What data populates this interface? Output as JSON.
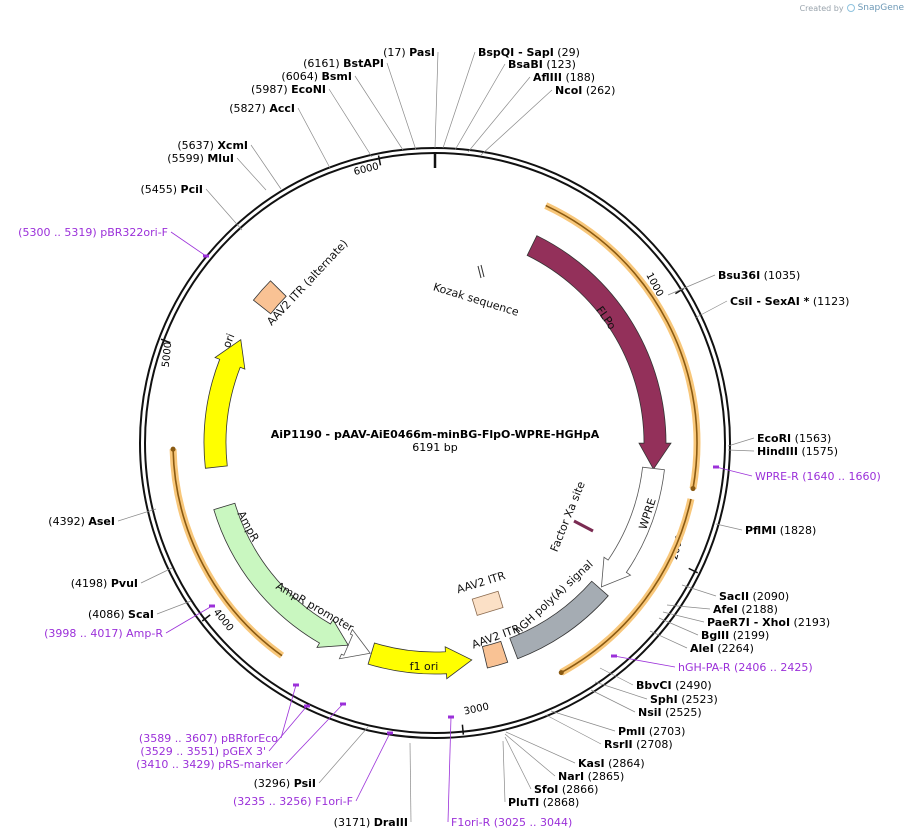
{
  "credit": {
    "prefix": "Created by",
    "brand": "SnapGene"
  },
  "map": {
    "name": "AiP1190 - pAAV-AiE0466m-minBG-FlpO-WPRE-HGHpA",
    "length_label": "6191 bp",
    "total_bp": 6191
  },
  "ticks": [
    {
      "bp": 1000,
      "label": "1000"
    },
    {
      "bp": 2000,
      "label": "2000"
    },
    {
      "bp": 3000,
      "label": "3000"
    },
    {
      "bp": 4000,
      "label": "4000"
    },
    {
      "bp": 5000,
      "label": "5000"
    },
    {
      "bp": 6000,
      "label": "6000"
    }
  ],
  "features": [
    {
      "id": "flpo",
      "name": "FLPo",
      "color": "#93305a",
      "start": 450,
      "end": 1665,
      "radius": 220,
      "type": "arrow"
    },
    {
      "id": "wpre",
      "name": "WPRE",
      "color": "#ffffff",
      "start": 1662,
      "end": 2250,
      "radius": 220,
      "type": "arrow"
    },
    {
      "id": "hgh",
      "name": "hGH poly(A) signal",
      "color": "#a5acb3",
      "start": 2260,
      "end": 2735,
      "radius": 220,
      "type": "box"
    },
    {
      "id": "itr1",
      "name": "AAV2 ITR",
      "color": "#f9c294",
      "start": 2780,
      "end": 2870,
      "radius": 220,
      "type": "box"
    },
    {
      "id": "f1ori",
      "name": "f1 ori",
      "color": "#ffff00",
      "start": 2930,
      "end": 3385,
      "radius": 220,
      "type": "arrow-rev"
    },
    {
      "id": "amprp",
      "name": "AmpR promoter",
      "color": "#ffffff",
      "start": 3390,
      "end": 3495,
      "radius": 220,
      "type": "arrow-rev"
    },
    {
      "id": "ampr",
      "name": "AmpR",
      "color": "#c9f7c0",
      "start": 3495,
      "end": 4355,
      "radius": 220,
      "type": "arrow-rev"
    },
    {
      "id": "ori",
      "name": "ori",
      "color": "#ffff00",
      "start": 4535,
      "end": 5125,
      "radius": 220,
      "type": "arrow"
    },
    {
      "id": "itr2",
      "name": "AAV2 ITR (alternate)",
      "color": "#f9c294",
      "start": 5300,
      "end": 5410,
      "radius": 220,
      "type": "box"
    },
    {
      "id": "itr3",
      "name": "AAV2 ITR",
      "color": "#fbe0c6",
      "start": 0,
      "end": 0,
      "type": "free"
    },
    {
      "id": "kozak",
      "name": "Kozak sequence",
      "type": "free"
    },
    {
      "id": "xa",
      "name": "Factor Xa site",
      "type": "free"
    }
  ],
  "orfs": [
    {
      "start": 430,
      "end": 1720
    },
    {
      "start": 1760,
      "end": 2600
    },
    {
      "start": 3710,
      "end": 4620
    }
  ],
  "enzymes": [
    {
      "pos": "(17)",
      "name": "PasI"
    },
    {
      "pos": "(29)",
      "name": "BspQI - SapI"
    },
    {
      "pos": "(123)",
      "name": "BsaBI"
    },
    {
      "pos": "(188)",
      "name": "AflIII"
    },
    {
      "pos": "(262)",
      "name": "NcoI"
    },
    {
      "pos": "(1035)",
      "name": "Bsu36I"
    },
    {
      "pos": "(1123)",
      "name": "CsiI - SexAI *"
    },
    {
      "pos": "(1563)",
      "name": "EcoRI"
    },
    {
      "pos": "(1575)",
      "name": "HindIII"
    },
    {
      "pos": "(1828)",
      "name": "PflMI"
    },
    {
      "pos": "(2090)",
      "name": "SacII"
    },
    {
      "pos": "(2188)",
      "name": "AfeI"
    },
    {
      "pos": "(2193)",
      "name": "PaeR7I - XhoI"
    },
    {
      "pos": "(2199)",
      "name": "BglII"
    },
    {
      "pos": "(2264)",
      "name": "AleI"
    },
    {
      "pos": "(2490)",
      "name": "BbvCI"
    },
    {
      "pos": "(2523)",
      "name": "SphI"
    },
    {
      "pos": "(2525)",
      "name": "NsiI"
    },
    {
      "pos": "(2703)",
      "name": "PmlI"
    },
    {
      "pos": "(2708)",
      "name": "RsrII"
    },
    {
      "pos": "(2864)",
      "name": "KasI"
    },
    {
      "pos": "(2865)",
      "name": "NarI"
    },
    {
      "pos": "(2866)",
      "name": "SfoI"
    },
    {
      "pos": "(2868)",
      "name": "PluTI"
    },
    {
      "pos": "(3171)",
      "name": "DraIII"
    },
    {
      "pos": "(3296)",
      "name": "PsiI"
    },
    {
      "pos": "(4086)",
      "name": "ScaI"
    },
    {
      "pos": "(4198)",
      "name": "PvuI"
    },
    {
      "pos": "(4392)",
      "name": "AseI"
    },
    {
      "pos": "(5455)",
      "name": "PciI"
    },
    {
      "pos": "(5599)",
      "name": "MluI"
    },
    {
      "pos": "(5637)",
      "name": "XcmI"
    },
    {
      "pos": "(5827)",
      "name": "AccI"
    },
    {
      "pos": "(5987)",
      "name": "EcoNI"
    },
    {
      "pos": "(6064)",
      "name": "BsmI"
    },
    {
      "pos": "(6161)",
      "name": "BstAPI"
    }
  ],
  "primers": [
    {
      "name": "WPRE-R",
      "range": "(1640 .. 1660)"
    },
    {
      "name": "hGH-PA-R",
      "range": "(2406 .. 2425)"
    },
    {
      "name": "F1ori-R",
      "range": "(3025 .. 3044)"
    },
    {
      "name": "F1ori-F",
      "range": "(3235 .. 3256)"
    },
    {
      "name": "pRS-marker",
      "range": "(3410 .. 3429)"
    },
    {
      "name": "pGEX 3'",
      "range": "(3529 .. 3551)"
    },
    {
      "name": "pBRforEco",
      "range": "(3589 .. 3607)"
    },
    {
      "name": "Amp-R",
      "range": "(3998 .. 4017)"
    },
    {
      "name": "pBR322ori-F",
      "range": "(5300 .. 5319)"
    }
  ]
}
